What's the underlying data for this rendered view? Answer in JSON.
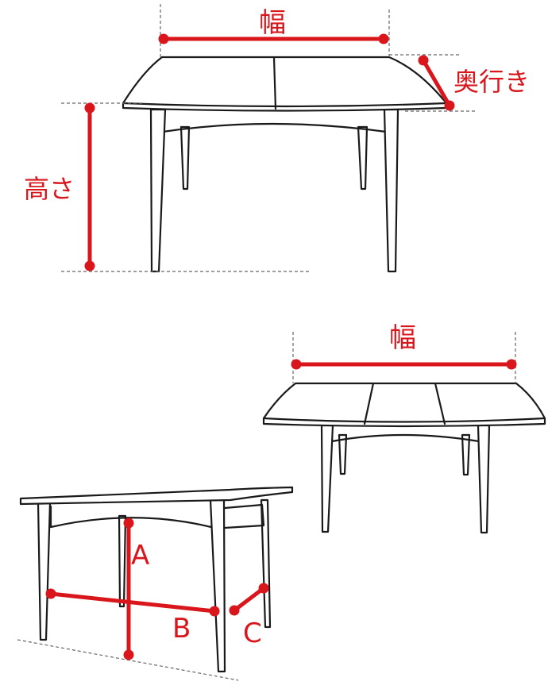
{
  "labels": {
    "width_top": "幅",
    "depth": "奥行き",
    "height": "高さ",
    "width_bottom": "幅",
    "a": "A",
    "b": "B",
    "c": "C"
  },
  "colors": {
    "measure": "#d9161c",
    "ink": "#1a1a1a",
    "guide": "#666666"
  }
}
